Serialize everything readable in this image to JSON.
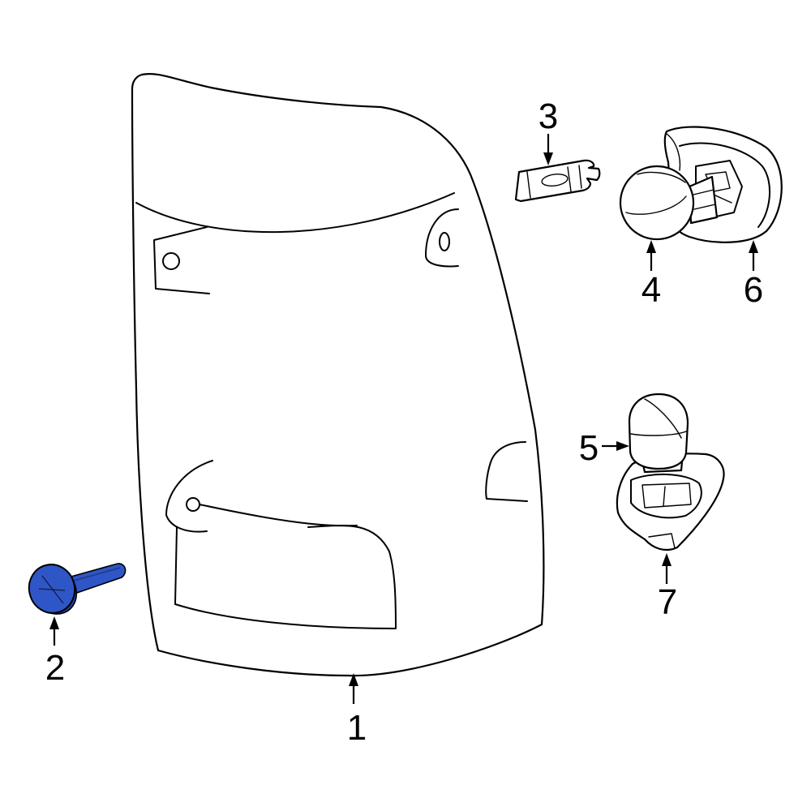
{
  "colors": {
    "highlight_part": "#2f56c6",
    "highlight_shade": "#223f96",
    "outline": "#000000",
    "background": "#ffffff"
  },
  "callouts": [
    {
      "id": "1",
      "label": "1",
      "part": "tail-lamp-assembly"
    },
    {
      "id": "2",
      "label": "2",
      "part": "screw"
    },
    {
      "id": "3",
      "label": "3",
      "part": "nut-clip"
    },
    {
      "id": "4",
      "label": "4",
      "part": "bulb"
    },
    {
      "id": "5",
      "label": "5",
      "part": "bulb"
    },
    {
      "id": "6",
      "label": "6",
      "part": "socket"
    },
    {
      "id": "7",
      "label": "7",
      "part": "socket"
    }
  ]
}
